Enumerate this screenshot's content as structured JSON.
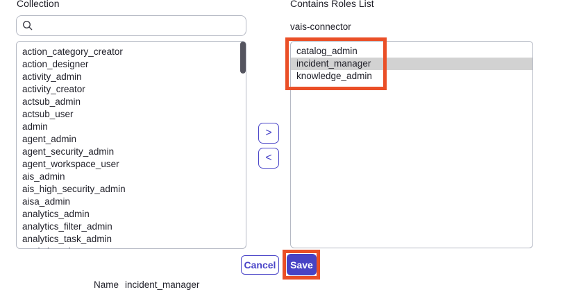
{
  "left_panel": {
    "label": "Collection",
    "search": {
      "value": "",
      "placeholder": ""
    },
    "items": [
      "action_category_creator",
      "action_designer",
      "activity_admin",
      "activity_creator",
      "actsub_admin",
      "actsub_user",
      "admin",
      "agent_admin",
      "agent_security_admin",
      "agent_workspace_user",
      "ais_admin",
      "ais_high_security_admin",
      "aisa_admin",
      "analytics_admin",
      "analytics_filter_admin",
      "analytics_task_admin",
      "analytics_viewer"
    ]
  },
  "right_panel": {
    "label": "Contains Roles List",
    "group_name": "vais-connector",
    "items": [
      {
        "label": "catalog_admin",
        "selected": false
      },
      {
        "label": "incident_manager",
        "selected": true
      },
      {
        "label": "knowledge_admin",
        "selected": false
      }
    ]
  },
  "transfer": {
    "add_label": ">",
    "remove_label": "<"
  },
  "footer": {
    "cancel_label": "Cancel",
    "save_label": "Save",
    "name_label": "Name",
    "name_value": "incident_manager"
  },
  "icons": {
    "search": "search-icon"
  },
  "colors": {
    "accent": "#4843c5",
    "accent_border": "#4a45c8",
    "annotation": "#ea4f27",
    "selected_row": "#d2d2d2",
    "list_border": "#b5b9c4",
    "scrollbar_thumb": "#54545f",
    "text": "#1f1f28"
  }
}
